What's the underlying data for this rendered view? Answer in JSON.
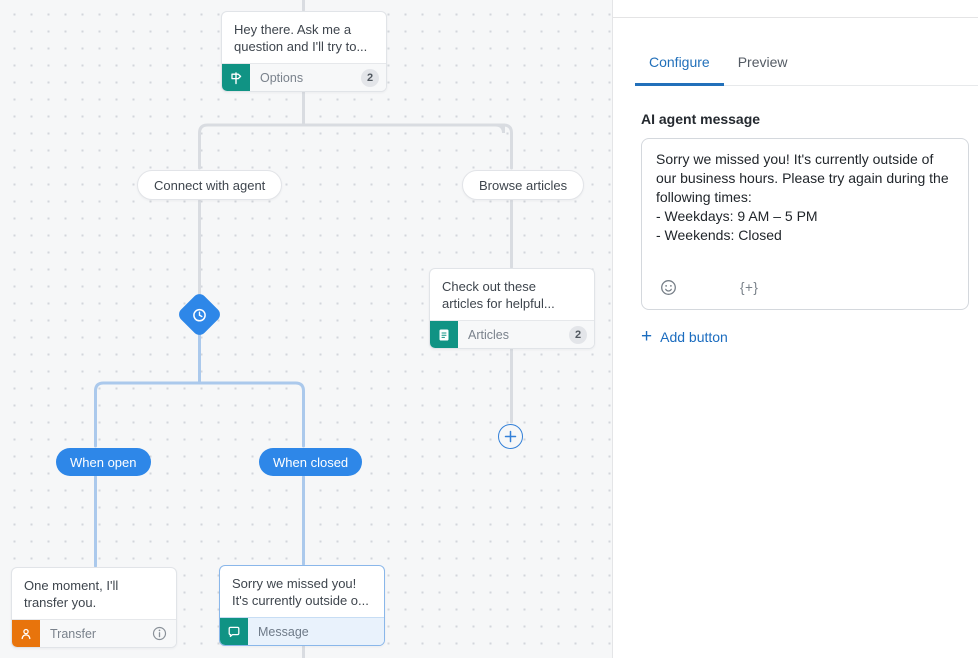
{
  "canvas": {
    "nodes": {
      "welcome": {
        "text": "Hey there. Ask me a\nquestion and I'll try to...",
        "type_label": "Options",
        "badge": "2"
      },
      "articles": {
        "text": "Check out these\narticles for helpful...",
        "type_label": "Articles",
        "badge": "2"
      },
      "transfer": {
        "text": "One moment, I'll\ntransfer you.",
        "type_label": "Transfer"
      },
      "message": {
        "text": "Sorry we missed you!\nIt's currently outside o...",
        "type_label": "Message"
      }
    },
    "branches": {
      "connect_with_agent": "Connect with agent",
      "browse_articles": "Browse articles",
      "when_open": "When open",
      "when_closed": "When closed"
    }
  },
  "panel": {
    "tabs": {
      "configure": "Configure",
      "preview": "Preview"
    },
    "section_title": "AI agent message",
    "message_text": "Sorry we missed you! It's currently outside of our business hours. Please try again during the following times:\n- Weekdays: 9 AM – 5 PM\n- Weekends: Closed",
    "token_label": "{+}",
    "add_button_label": "Add button",
    "add_button_plus": "+"
  },
  "colors": {
    "accent_blue": "#2e87e8",
    "tab_blue": "#2270ba",
    "teal": "#109384",
    "orange": "#e8740c",
    "connector_gray": "#d9dce1",
    "connector_blue": "#abc9ec",
    "selected_border": "#8ab7ea"
  }
}
